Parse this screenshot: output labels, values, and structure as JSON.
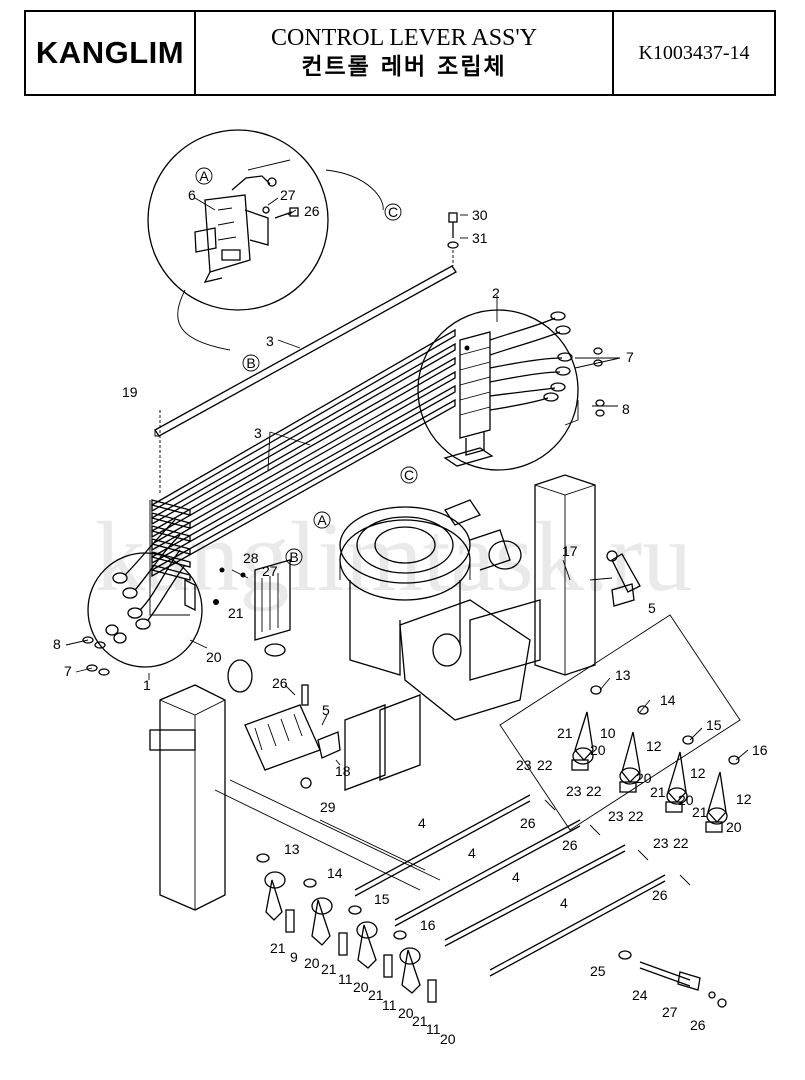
{
  "header": {
    "logo": "KANGLIM",
    "title_en": "CONTROL LEVER ASS'Y",
    "title_ko": "컨트롤 레버 조립체",
    "code": "K1003437-14"
  },
  "watermark": "kanglimtask.ru",
  "detail_labels": {
    "a_top": "A",
    "b_top": "B",
    "c_top": "C",
    "c_mid": "C",
    "a_mid": "A",
    "b_mid": "B"
  },
  "callouts": {
    "c6": "6",
    "c27a": "27",
    "c26a": "26",
    "c30": "30",
    "c31": "31",
    "c3a": "3",
    "c2": "2",
    "c7a": "7",
    "c8a": "8",
    "c19": "19",
    "c3b": "3",
    "c17": "17",
    "c28": "28",
    "c27b": "27",
    "c21a": "21",
    "c8b": "8",
    "c7b": "7",
    "c20a": "20",
    "c1": "1",
    "c5a": "5",
    "c13a": "13",
    "c14a": "14",
    "c15a": "15",
    "c16a": "16",
    "c26b": "26",
    "c5b": "5",
    "c10": "10",
    "c21b": "21",
    "c12a": "12",
    "c20b": "20",
    "c23a": "23",
    "c22a": "22",
    "c12b": "12",
    "c20c": "20",
    "c21c": "21",
    "c23b": "23",
    "c22b": "22",
    "c12c": "12",
    "c20d": "20",
    "c21d": "21",
    "c23c": "23",
    "c22c": "22",
    "c20e": "20",
    "c23d": "23",
    "c22d": "22",
    "c18": "18",
    "c29": "29",
    "c26c": "26",
    "c26d": "26",
    "c26e": "26",
    "c4a": "4",
    "c4b": "4",
    "c4c": "4",
    "c4d": "4",
    "c13b": "13",
    "c14b": "14",
    "c15b": "15",
    "c16b": "16",
    "c21e": "21",
    "c9": "9",
    "c20f": "20",
    "c21f": "21",
    "c11a": "11",
    "c20g": "20",
    "c21g": "21",
    "c11b": "11",
    "c20h": "20",
    "c21h": "21",
    "c11c": "11",
    "c20i": "20",
    "c25": "25",
    "c24": "24",
    "c27c": "27",
    "c26f": "26"
  }
}
